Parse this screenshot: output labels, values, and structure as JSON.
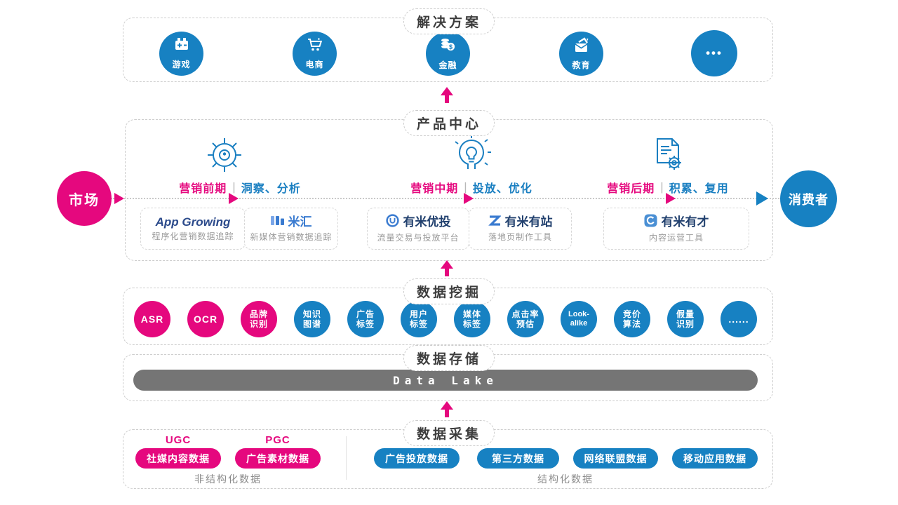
{
  "colors": {
    "blue": "#1781c2",
    "pink": "#e5087e",
    "stage_blue_text": "#1a7fc1",
    "logo_blue": "#3a7bd0",
    "logo_navy": "#21406e",
    "bar_gray": "#757575",
    "title_text": "#3d3d3d",
    "subtitle_gray": "#9a9a9a"
  },
  "solutions": {
    "title": "解决方案",
    "items": [
      {
        "label": "游戏",
        "icon": "game-icon"
      },
      {
        "label": "电商",
        "icon": "cart-icon"
      },
      {
        "label": "金融",
        "icon": "finance-icon"
      },
      {
        "label": "教育",
        "icon": "education-icon"
      },
      {
        "label": "•••",
        "icon": "ellipsis-icon"
      }
    ]
  },
  "product_center": {
    "title": "产品中心",
    "stages": [
      {
        "phase": "营销前期",
        "sep": "|",
        "desc": "洞察、分析",
        "icon": "insight-eye-icon"
      },
      {
        "phase": "营销中期",
        "sep": "|",
        "desc": "投放、优化",
        "icon": "idea-head-icon"
      },
      {
        "phase": "营销后期",
        "sep": "|",
        "desc": "积累、复用",
        "icon": "doc-gear-icon"
      }
    ],
    "products": [
      {
        "name": "App Growing",
        "subtitle": "程序化营销数据追踪"
      },
      {
        "name": "米汇",
        "subtitle": "新媒体营销数据追踪"
      },
      {
        "name": "有米优投",
        "subtitle": "流量交易与投放平台"
      },
      {
        "name": "有米有站",
        "subtitle": "落地页制作工具"
      },
      {
        "name": "有米有才",
        "subtitle": "内容运营工具"
      }
    ]
  },
  "flow": {
    "source": "市场",
    "target": "消费者"
  },
  "data_mining": {
    "title": "数据挖掘",
    "items": [
      "ASR",
      "OCR",
      "品牌\n识别",
      "知识\n图谱",
      "广告\n标签",
      "用户\n标签",
      "媒体\n标签",
      "点击率\n预估",
      "Look-\nalike",
      "竞价\n算法",
      "假量\n识别",
      "......"
    ]
  },
  "data_storage": {
    "title": "数据存储",
    "bar_label": "Data Lake"
  },
  "data_collection": {
    "title": "数据采集",
    "unstructured": {
      "caption": "非结构化数据",
      "groups": [
        {
          "tag": "UGC",
          "pill": "社媒内容数据"
        },
        {
          "tag": "PGC",
          "pill": "广告素材数据"
        }
      ]
    },
    "structured": {
      "caption": "结构化数据",
      "pills": [
        "广告投放数据",
        "第三方数据",
        "网络联盟数据",
        "移动应用数据"
      ]
    }
  }
}
